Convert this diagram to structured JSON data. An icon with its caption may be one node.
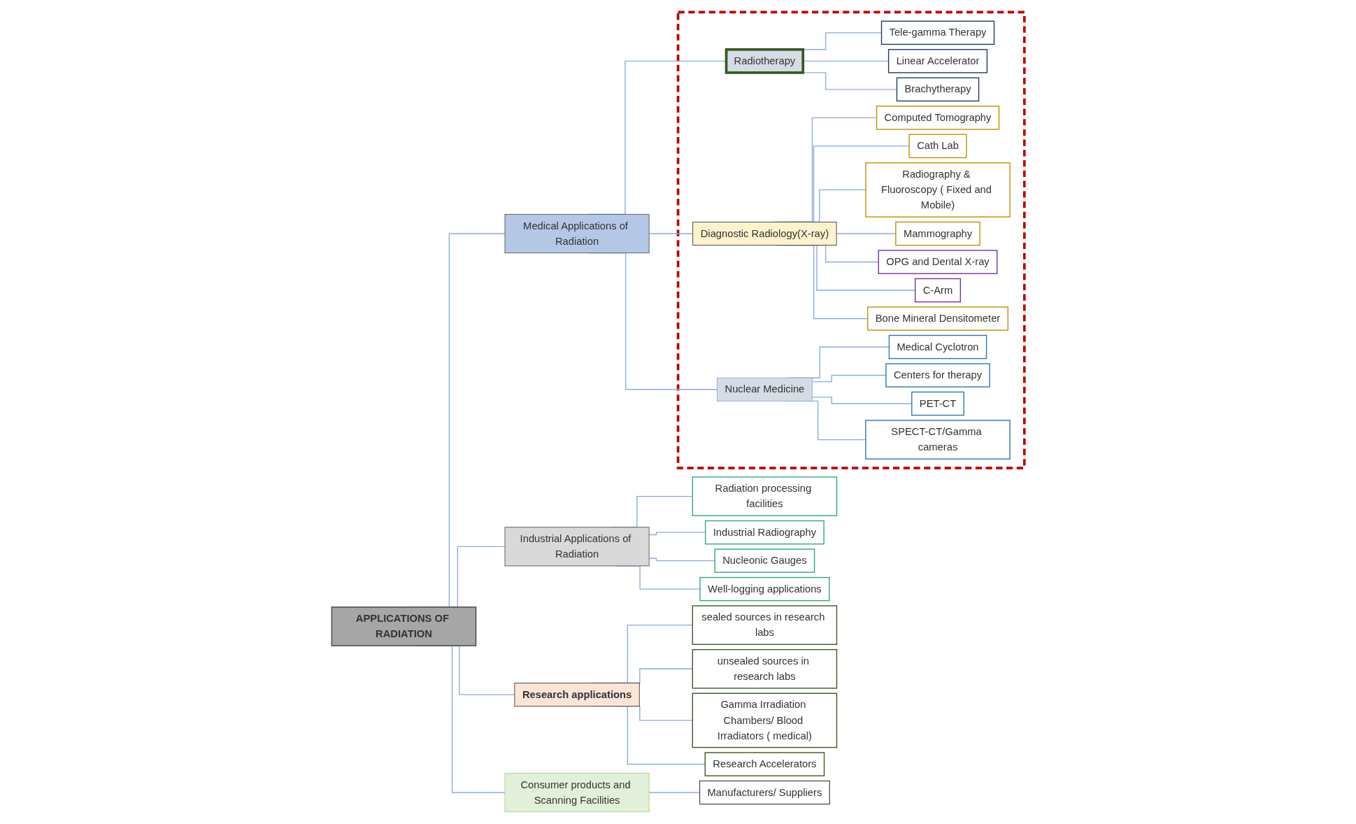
{
  "diagram": {
    "nodes": [
      {
        "text": [
          "APPLICATIONS OF RADIATION"
        ]
      },
      {
        "text": [
          "Industrial Applications of Radiation"
        ]
      },
      {
        "text": [
          "Radiation processing facilities"
        ]
      },
      {
        "text": [
          "Industrial Radiography"
        ]
      },
      {
        "text": [
          "Nucleonic Gauges"
        ]
      },
      {
        "text": [
          "Well-logging applications"
        ]
      },
      {
        "text": [
          "Medical Applications of Radiation"
        ]
      },
      {
        "text": [],
        "shape": "box"
      },
      {
        "text": [
          "Radiotherapy"
        ],
        "in": 7
      },
      {
        "text": [
          "Tele-gamma Therapy"
        ],
        "in": 7
      },
      {
        "text": [
          "Linear Accelerator"
        ],
        "in": 7
      },
      {
        "text": [
          "Brachytherapy"
        ],
        "in": 7
      },
      {
        "text": [
          "Diagnostic Radiology(X-ray)"
        ],
        "in": 7
      },
      {
        "text": [
          "Computed Tomography"
        ],
        "in": 7
      },
      {
        "text": [
          "Cath Lab"
        ],
        "in": 7
      },
      {
        "text": [
          "Radiography & Fluoroscopy ( Fixed and Mobile)"
        ],
        "in": 7
      },
      {
        "text": [
          "Mammography"
        ],
        "in": 7
      },
      {
        "text": [
          "OPG and Dental X-ray"
        ],
        "in": 7
      },
      {
        "text": [
          "C-Arm"
        ],
        "in": 7
      },
      {
        "text": [
          "Bone Mineral Densitometer"
        ],
        "in": 7
      },
      {
        "text": [
          "Nuclear Medicine"
        ],
        "in": 7
      },
      {
        "text": [
          "Medical Cyclotron"
        ],
        "in": 7
      },
      {
        "text": [
          "Centers for therapy"
        ],
        "in": 7
      },
      {
        "text": [
          "PET-CT"
        ],
        "in": 7
      },
      {
        "text": [
          "SPECT-CT/Gamma cameras"
        ],
        "in": 7
      },
      {
        "text": [
          "Research applications"
        ]
      },
      {
        "text": [
          "sealed sources in research labs"
        ]
      },
      {
        "text": [
          "unsealed sources in research labs"
        ]
      },
      {
        "text": [
          "Gamma Irradiation Chambers/ Blood Irradiators ( medical)"
        ]
      },
      {
        "text": [
          "Research Accelerators"
        ]
      },
      {
        "text": [
          "Consumer products and Scanning Facilities"
        ]
      },
      {
        "text": [
          "Manufacturers/ Suppliers"
        ]
      }
    ],
    "edges": [
      {
        "from": 0,
        "to": 1,
        "arrow": "none"
      },
      {
        "from": 0,
        "to": 6,
        "arrow": "none"
      },
      {
        "from": 0,
        "to": 25,
        "arrow": "none"
      },
      {
        "from": 0,
        "to": 30,
        "arrow": "none"
      },
      {
        "from": 1,
        "to": 2,
        "arrow": "none"
      },
      {
        "from": 1,
        "to": 3,
        "arrow": "none"
      },
      {
        "from": 1,
        "to": 4,
        "arrow": "none"
      },
      {
        "from": 1,
        "to": 5,
        "arrow": "none"
      },
      {
        "from": 6,
        "to": 8,
        "arrow": "none"
      },
      {
        "from": 6,
        "to": 12,
        "arrow": "none"
      },
      {
        "from": 6,
        "to": 20,
        "arrow": "none"
      },
      {
        "from": 8,
        "to": 9,
        "arrow": "none"
      },
      {
        "from": 8,
        "to": 10,
        "arrow": "none"
      },
      {
        "from": 8,
        "to": 11,
        "arrow": "none"
      },
      {
        "from": 12,
        "to": 13,
        "arrow": "none"
      },
      {
        "from": 12,
        "to": 14,
        "arrow": "none"
      },
      {
        "from": 12,
        "to": 15,
        "arrow": "none"
      },
      {
        "from": 12,
        "to": 16,
        "arrow": "none"
      },
      {
        "from": 12,
        "to": 17,
        "arrow": "none"
      },
      {
        "from": 12,
        "to": 18,
        "arrow": "none"
      },
      {
        "from": 12,
        "to": 19,
        "arrow": "none"
      },
      {
        "from": 20,
        "to": 21,
        "arrow": "none"
      },
      {
        "from": 20,
        "to": 22,
        "arrow": "none"
      },
      {
        "from": 20,
        "to": 23,
        "arrow": "none"
      },
      {
        "from": 20,
        "to": 24,
        "arrow": "none"
      },
      {
        "from": 25,
        "to": 26,
        "arrow": "none"
      },
      {
        "from": 25,
        "to": 27,
        "arrow": "none"
      },
      {
        "from": 25,
        "to": 28,
        "arrow": "none"
      },
      {
        "from": 25,
        "to": 29,
        "arrow": "none"
      },
      {
        "from": 30,
        "to": 31,
        "arrow": "none"
      }
    ]
  }
}
